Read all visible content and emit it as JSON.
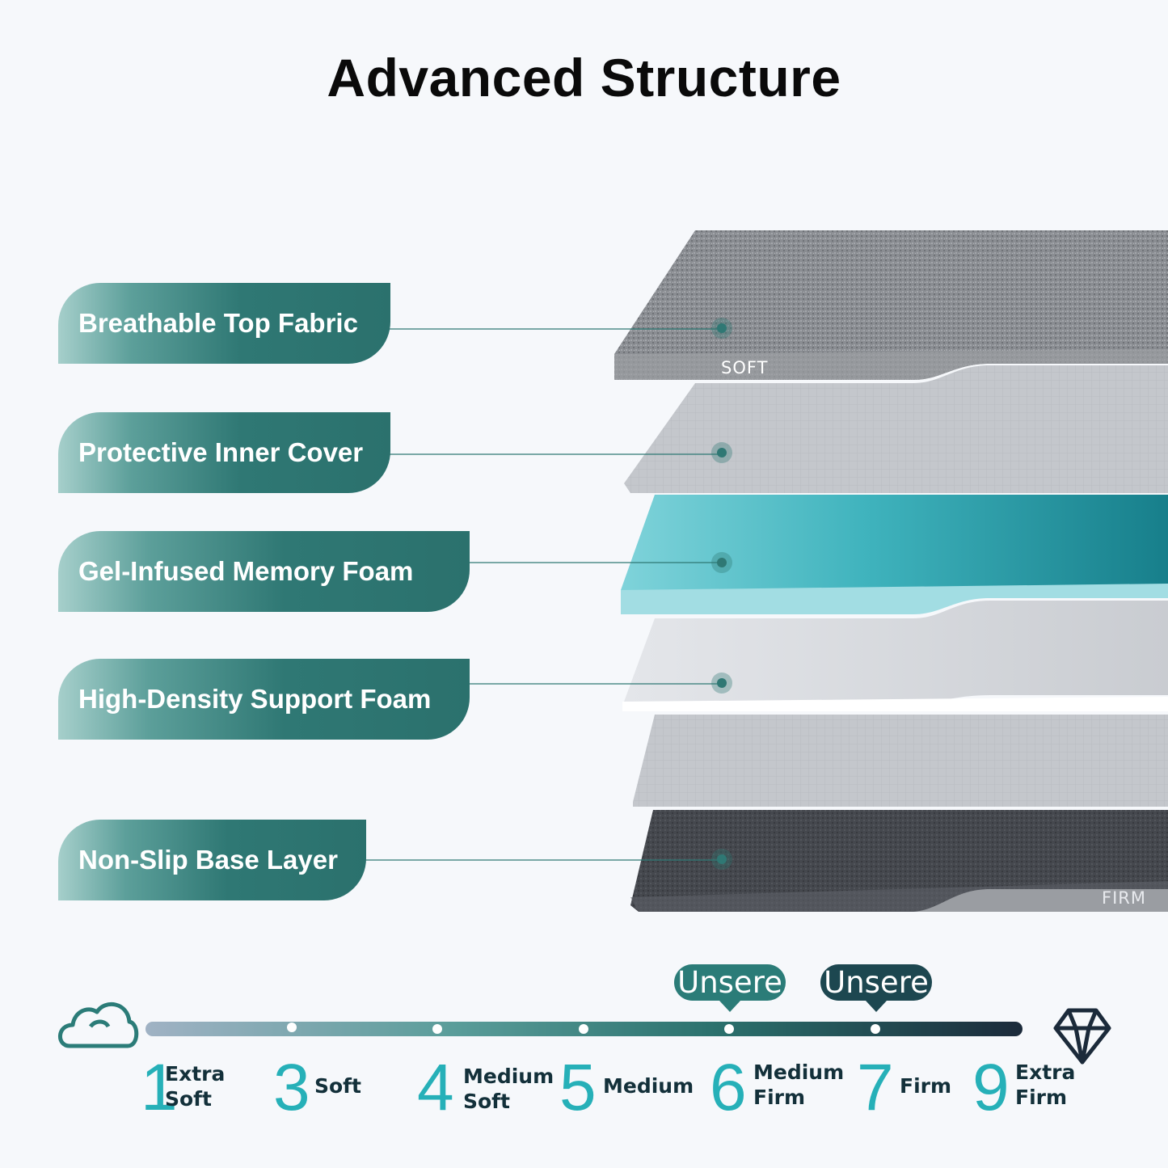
{
  "title": "Advanced Structure",
  "layers": [
    {
      "label": "Breathable Top Fabric"
    },
    {
      "label": "Protective Inner Cover"
    },
    {
      "label": "Gel-Infused Memory Foam"
    },
    {
      "label": "High-Density Support Foam"
    },
    {
      "label": "Non-Slip Base Layer"
    }
  ],
  "layer_tags": {
    "soft": "SOFT",
    "firm": "FIRM"
  },
  "firmness_scale": {
    "start_icon": "cloud-icon",
    "end_icon": "diamond-icon",
    "levels": [
      {
        "number": "1",
        "line1": "Extra",
        "line2": "Soft"
      },
      {
        "number": "3",
        "line1": "Soft",
        "line2": ""
      },
      {
        "number": "4",
        "line1": "Medium",
        "line2": "Soft"
      },
      {
        "number": "5",
        "line1": "Medium",
        "line2": ""
      },
      {
        "number": "6",
        "line1": "Medium",
        "line2": "Firm"
      },
      {
        "number": "7",
        "line1": "Firm",
        "line2": ""
      },
      {
        "number": "9",
        "line1": "Extra",
        "line2": "Firm"
      }
    ],
    "badges": [
      {
        "text": "Unsere",
        "color": "#2b7c78"
      },
      {
        "text": "Unsere",
        "color": "#1d4750"
      }
    ]
  },
  "colors": {
    "accent_teal": "#26b0b8",
    "label_teal": "#2b716d",
    "dark": "#1b2a3a"
  }
}
